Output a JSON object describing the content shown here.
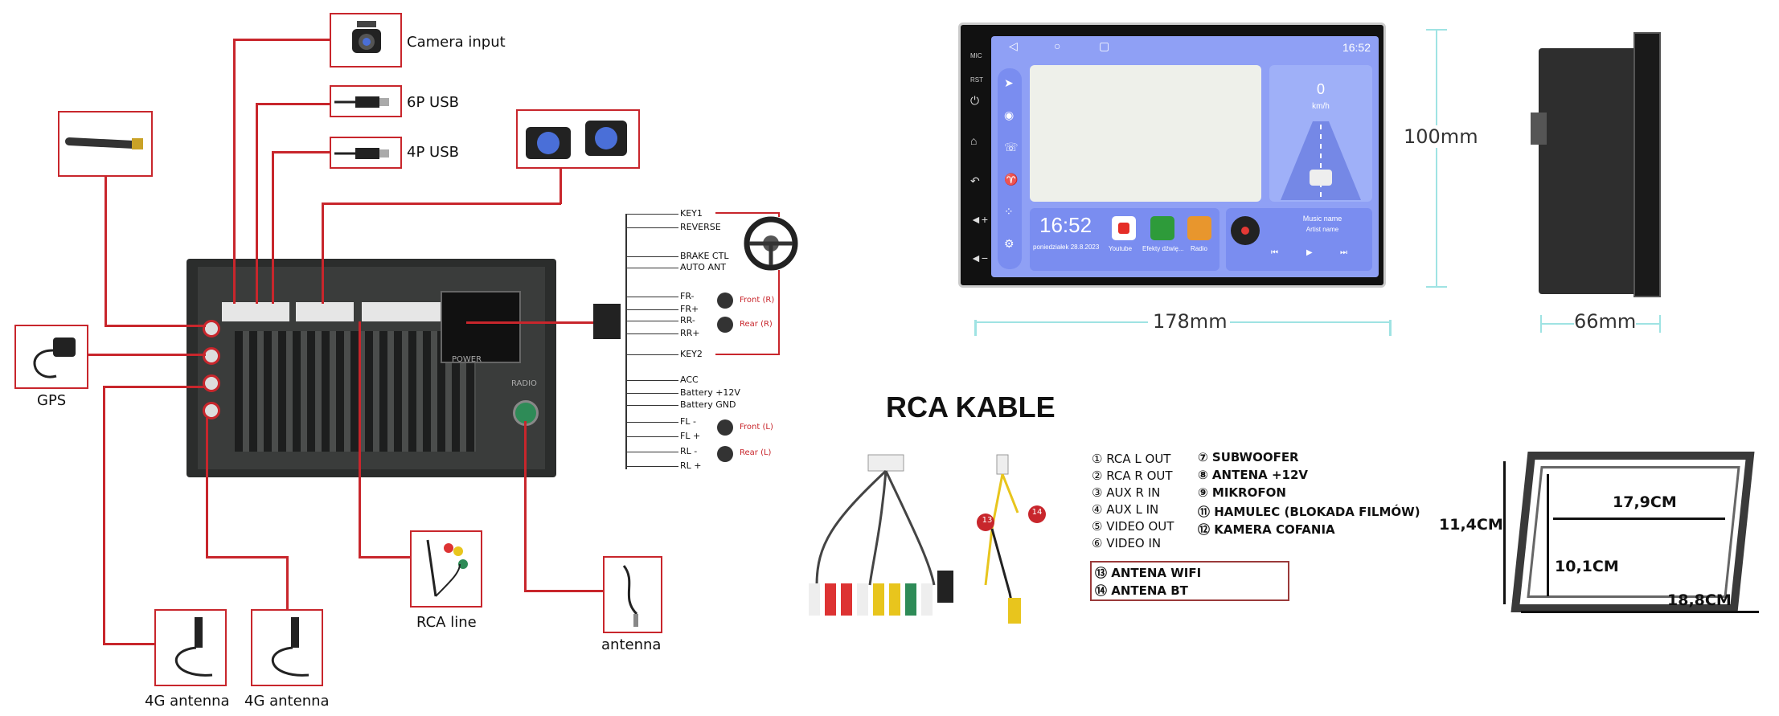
{
  "wiring": {
    "camera_input": "Camera input",
    "usb6": "6P USB",
    "usb4": "4P USB",
    "gps": "GPS",
    "antenna4g_1": "4G antenna",
    "antenna4g_2": "4G antenna",
    "rca_line": "RCA line",
    "antenna": "antenna",
    "power_label": "POWER",
    "radio_label": "RADIO"
  },
  "pins": {
    "key1": "KEY1",
    "reverse": "REVERSE",
    "brake": "BRAKE CTL",
    "auto_ant": "AUTO ANT",
    "fr_minus": "FR-",
    "fr_plus": "FR+",
    "rr_minus": "RR-",
    "rr_plus": "RR+",
    "key2": "KEY2",
    "acc": "ACC",
    "battery12": "Battery +12V",
    "battery_gnd": "Battery GND",
    "fl_minus": "FL -",
    "fl_plus": "FL +",
    "rl_minus": "RL -",
    "rl_plus": "RL +",
    "front_r": "Front (R)",
    "rear_r": "Rear (R)",
    "front_l": "Front (L)",
    "rear_l": "Rear (L)"
  },
  "screen": {
    "mic": "MIC",
    "rst": "RST",
    "time_status": "16:52",
    "clock": "16:52",
    "date": "poniedziałek 28.8.2023",
    "speed_value": "0",
    "speed_unit": "km/h",
    "app_youtube": "Youtube",
    "app_effects": "Efekty dźwię...",
    "app_radio": "Radio",
    "music_name": "Music name",
    "artist_name": "Artist name",
    "accent_color": "#8fa0f5"
  },
  "dimensions": {
    "width": "178mm",
    "height": "100mm",
    "depth": "66mm",
    "frame_w_inner": "17,9CM",
    "frame_h_outer": "11,4CM",
    "frame_h_inner": "10,1CM",
    "frame_w_outer": "18,8CM"
  },
  "rca": {
    "title": "RCA KABLE",
    "left_list": [
      "① RCA L OUT",
      "② RCA R OUT",
      "③ AUX R IN",
      "④ AUX L IN",
      "⑤ VIDEO OUT",
      "⑥ VIDEO IN"
    ],
    "right_list": [
      "⑦ SUBWOOFER",
      "⑧ ANTENA +12V",
      "⑨ MIKROFON",
      "⑪ HAMULEC (BLOKADA FILMÓW)",
      "⑫ KAMERA COFANIA"
    ],
    "box_list": [
      "⑬ ANTENA WIFI",
      "⑭ ANTENA BT"
    ],
    "cable_badge_13": "13",
    "cable_badge_14": "14"
  }
}
